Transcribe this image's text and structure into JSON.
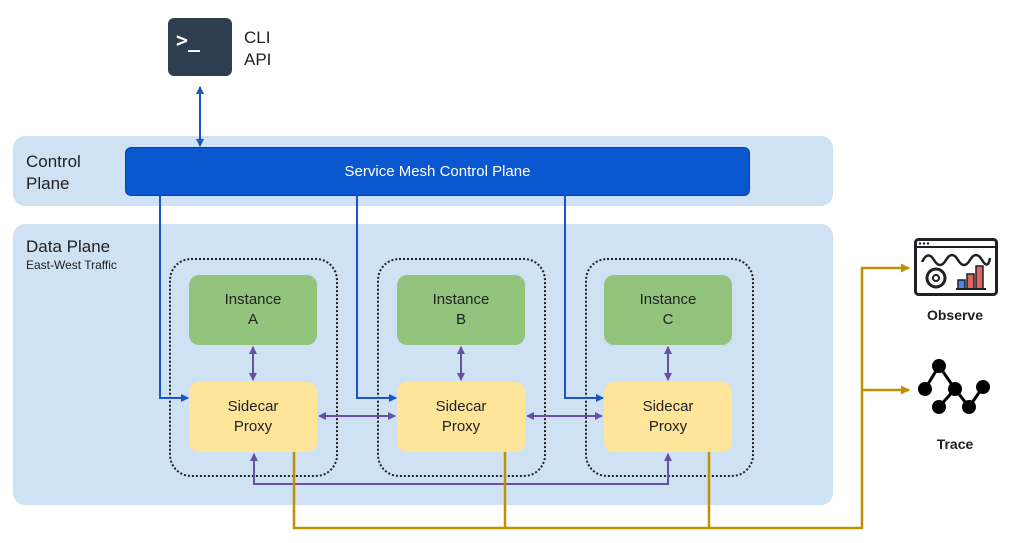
{
  "cli": {
    "prompt": ">_",
    "line1": "CLI",
    "line2": "API"
  },
  "control_plane": {
    "label_line1": "Control",
    "label_line2": "Plane",
    "bar_label": "Service Mesh Control Plane"
  },
  "data_plane": {
    "label": "Data Plane",
    "sublabel": "East-West Traffic"
  },
  "pods": [
    {
      "instance_line1": "Instance",
      "instance_line2": "A",
      "sidecar_line1": "Sidecar",
      "sidecar_line2": "Proxy"
    },
    {
      "instance_line1": "Instance",
      "instance_line2": "B",
      "sidecar_line1": "Sidecar",
      "sidecar_line2": "Proxy"
    },
    {
      "instance_line1": "Instance",
      "instance_line2": "C",
      "sidecar_line1": "Sidecar",
      "sidecar_line2": "Proxy"
    }
  ],
  "tools": {
    "observe": "Observe",
    "trace": "Trace"
  },
  "colors": {
    "blue_arrow": "#1a55c5",
    "purple_arrow": "#674ea7",
    "gold_line": "#bf9000",
    "plane_bg": "#cfe2f3"
  },
  "icons": {
    "terminal": "terminal-icon",
    "observe": "dashboard-icon",
    "trace": "trace-graph-icon"
  }
}
